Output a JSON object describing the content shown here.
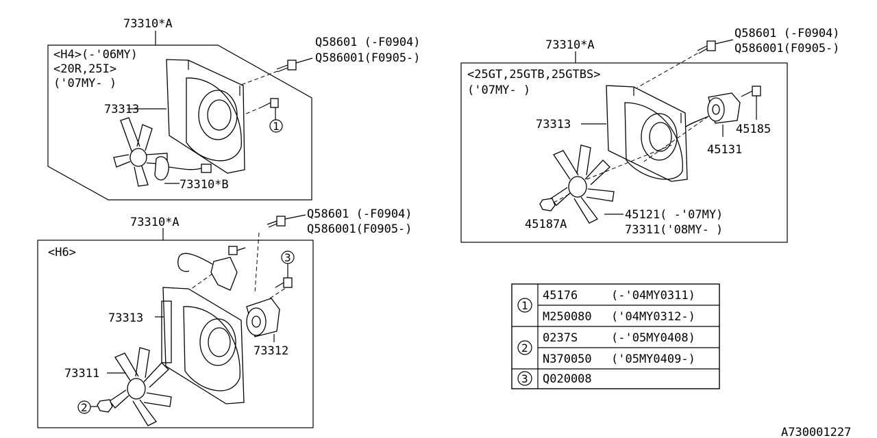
{
  "diagram_code": "A730001227",
  "panel_h4": {
    "assembly": "73310*A",
    "variant_lines": [
      "<H4>(-'06MY)",
      "<20R,25I>",
      "('07MY- )"
    ],
    "bolt_lines": [
      "Q58601  (-F0904)",
      "Q586001(F0905-)"
    ],
    "shroud": "73313",
    "fan_motor": "73310*B",
    "callout_1": "1"
  },
  "panel_25gt": {
    "assembly": "73310*A",
    "variant_lines": [
      "<25GT,25GTB,25GTBS>",
      "('07MY- )"
    ],
    "bolt_lines": [
      "Q58601 (-F0904)",
      "Q586001(F0905-)"
    ],
    "shroud": "73313",
    "screw": "45185",
    "motor": "45131",
    "nut": "45187A",
    "fan_lines": [
      "45121(   -'07MY)",
      "73311('08MY-   )"
    ]
  },
  "panel_h6": {
    "assembly": "73310*A",
    "variant_lines": [
      "<H6>"
    ],
    "bolt_lines": [
      "Q58601  (-F0904)",
      "Q586001(F0905-)"
    ],
    "shroud": "73313",
    "motor": "73312",
    "fan": "73311",
    "callout_2": "2",
    "callout_3": "3"
  },
  "legend": [
    {
      "ref": "1",
      "rows": [
        {
          "part": "45176",
          "range": "(-'04MY0311)"
        },
        {
          "part": "M250080",
          "range": "('04MY0312-)"
        }
      ]
    },
    {
      "ref": "2",
      "rows": [
        {
          "part": "0237S",
          "range": "(-'05MY0408)"
        },
        {
          "part": "N370050",
          "range": "('05MY0409-)"
        }
      ]
    },
    {
      "ref": "3",
      "rows": [
        {
          "part": "Q020008",
          "range": ""
        }
      ]
    }
  ]
}
